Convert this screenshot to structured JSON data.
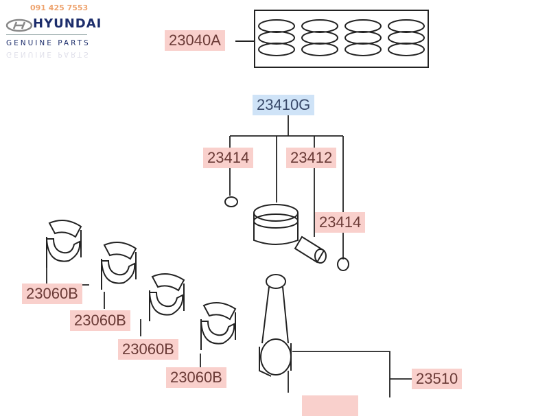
{
  "logo": {
    "phone": "091 425 7553",
    "brand": "HYUNDAI",
    "tagline": "GENUINE PARTS"
  },
  "parts": {
    "piston_ring_set": "23040A",
    "piston_assy": "23410G",
    "snap_ring_left": "23414",
    "piston_pin": "23412",
    "snap_ring_right": "23414",
    "bearing_1": "23060B",
    "bearing_2": "23060B",
    "bearing_3": "23060B",
    "bearing_4": "23060B",
    "connecting_rod": "23510"
  }
}
